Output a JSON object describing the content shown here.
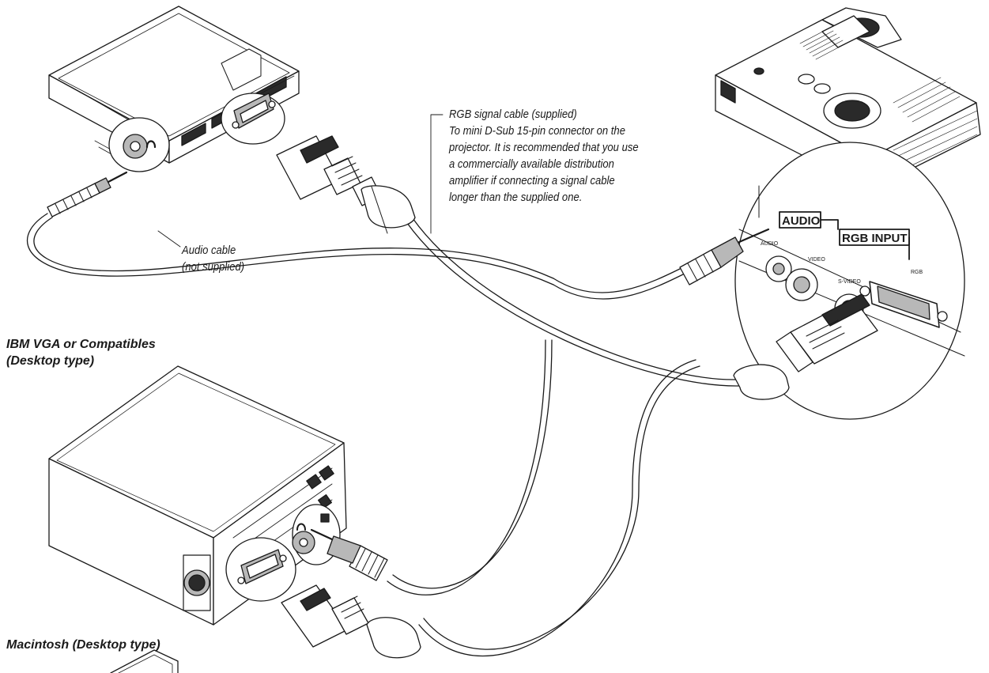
{
  "callouts": {
    "rgb_cable": [
      "RGB signal cable (supplied)",
      "To mini D-Sub 15-pin connector on the",
      "projector. It is recommended that you use",
      "a commercially available distribution",
      "amplifier if connecting a signal cable",
      "longer than the supplied one."
    ],
    "audio_cable": [
      "Audio cable",
      "(not supplied)"
    ]
  },
  "headings": {
    "ibm": [
      "IBM VGA or Compatibles",
      "(Desktop type)"
    ],
    "mac": "Macintosh (Desktop type)"
  },
  "panel_labels": {
    "audio": "AUDIO",
    "rgb_input": "RGB INPUT",
    "video": "VIDEO",
    "s_video": "S-VIDEO",
    "audio_small": "AUDIO",
    "rgb_small": "RGB"
  },
  "colors": {
    "line": "#1a1a1a",
    "gray_fill": "#b8b8b8",
    "dark_fill": "#2a2a2a"
  }
}
